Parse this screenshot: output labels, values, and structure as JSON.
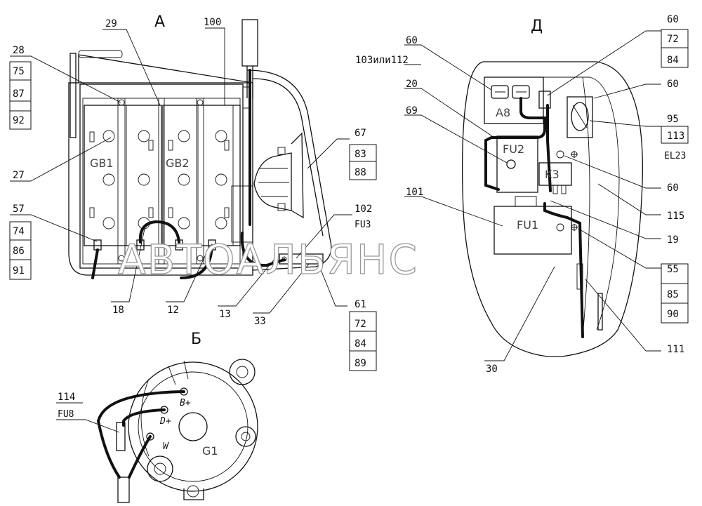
{
  "views": {
    "a": "А",
    "b": "Б",
    "d": "Д"
  },
  "watermark": "АВТОАЛЬЯНС",
  "components": {
    "gb1": "GB1",
    "gb2": "GB2",
    "fu2": "FU2",
    "fu1": "FU1",
    "k3": "K3",
    "a8": "A8",
    "g1": "G1",
    "b_plus": "B+",
    "d_plus": "D+",
    "w": "W"
  },
  "callouts": {
    "c28": "28",
    "c75": "75",
    "c87": "87",
    "c92": "92",
    "c29": "29",
    "c100": "100",
    "c27": "27",
    "c57": "57",
    "c74": "74",
    "c86": "86",
    "c91": "91",
    "c18": "18",
    "c12": "12",
    "c13": "13",
    "c33": "33",
    "c67": "67",
    "c83": "83",
    "c88": "88",
    "c102": "102",
    "c_fu3": "FU3",
    "c61": "61",
    "c72a": "72",
    "c84a": "84",
    "c89": "89",
    "c60a": "60",
    "c103": "103или112",
    "c20": "20",
    "c69": "69",
    "c101": "101",
    "c30": "30",
    "c60b": "60",
    "c72b": "72",
    "c84b": "84",
    "c60c": "60",
    "c95": "95",
    "c113": "113",
    "c_el23": "EL23",
    "c60d": "60",
    "c115": "115",
    "c19": "19",
    "c55": "55",
    "c85": "85",
    "c90": "90",
    "c111": "111",
    "c114": "114",
    "c_fu8": "FU8"
  }
}
